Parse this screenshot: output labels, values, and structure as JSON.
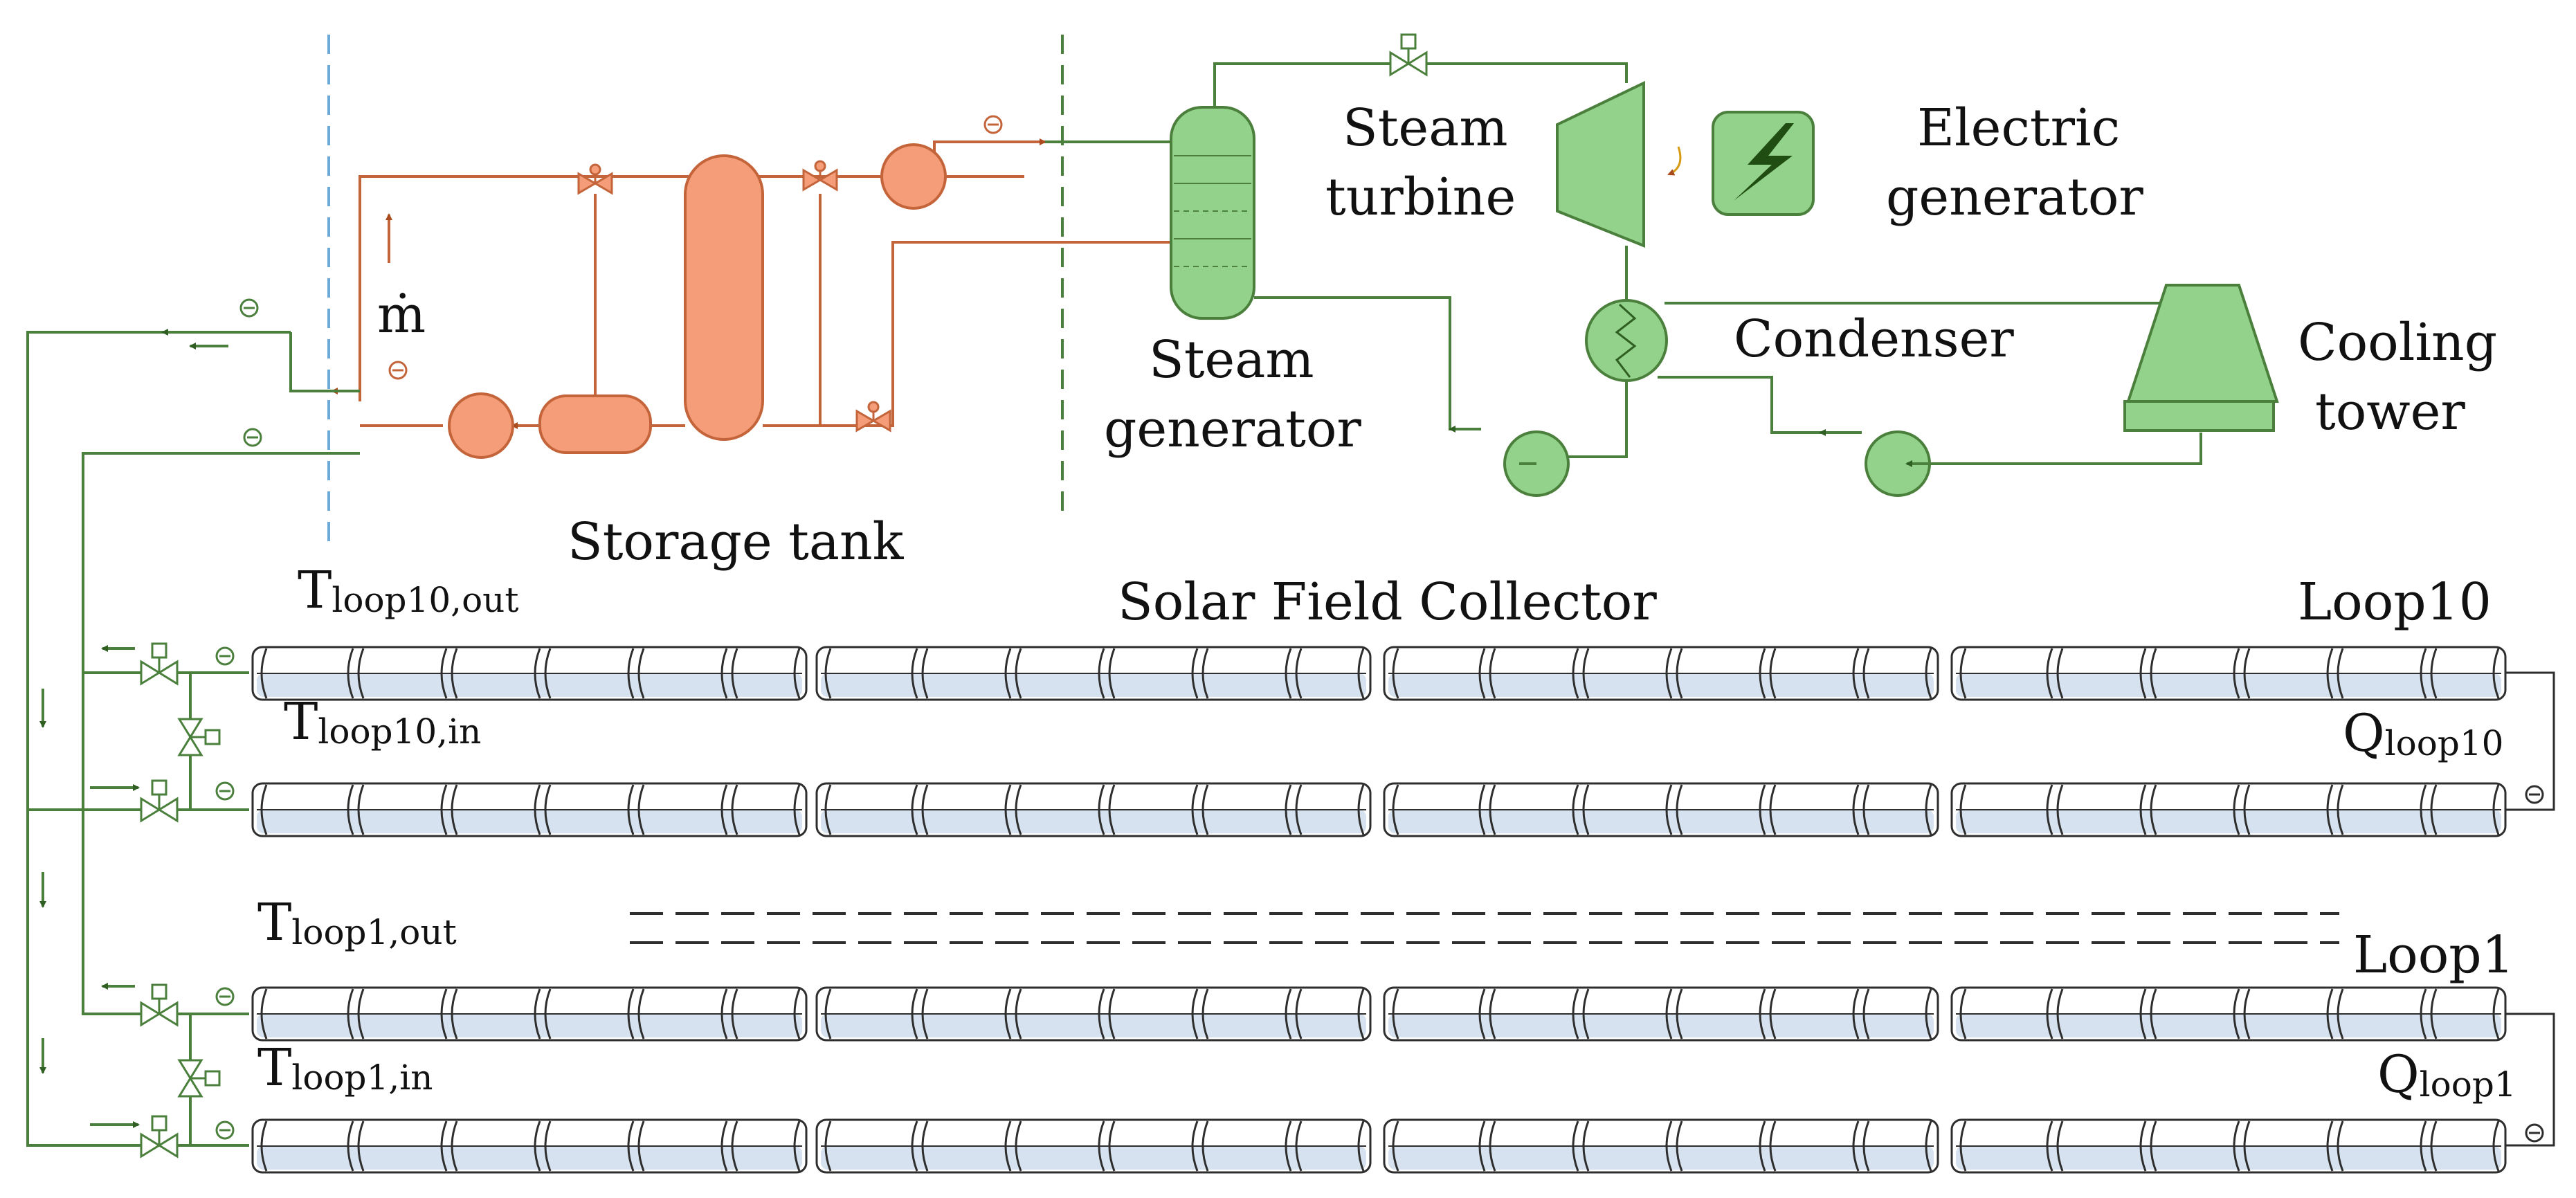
{
  "labels": {
    "steam_turbine_1": "Steam",
    "steam_turbine_2": "turbine",
    "electric_generator_1": "Electric",
    "electric_generator_2": "generator",
    "steam_generator_1": "Steam",
    "steam_generator_2": "generator",
    "condenser": "Condenser",
    "cooling_tower_1": "Cooling",
    "cooling_tower_2": "tower",
    "storage_tank": "Storage tank",
    "mass_flow": "ṁ",
    "solar_field": "Solar Field Collector",
    "loop10": "Loop10",
    "loop1": "Loop1",
    "t_loop10_out_main": "T",
    "t_loop10_out_sub": "loop10,out",
    "t_loop10_in_main": "T",
    "t_loop10_in_sub": "loop10,in",
    "t_loop1_out_main": "T",
    "t_loop1_out_sub": "loop1,out",
    "t_loop1_in_main": "T",
    "t_loop1_in_sub": "loop1,in",
    "q_loop10_main": "Q",
    "q_loop10_sub": "loop10",
    "q_loop1_main": "Q",
    "q_loop1_sub": "loop1"
  },
  "colors": {
    "power_block": "#92d28a",
    "power_block_stroke": "#4a7f3c",
    "storage": "#f59c78",
    "storage_stroke": "#c4643a",
    "generator_bolt": "#1f4d12",
    "tube_shade": "#d6e2ef"
  },
  "icons": [
    "lightning-bolt-icon",
    "valve-icon",
    "sensor-icon",
    "pump-icon",
    "flow-arrow-icon"
  ]
}
